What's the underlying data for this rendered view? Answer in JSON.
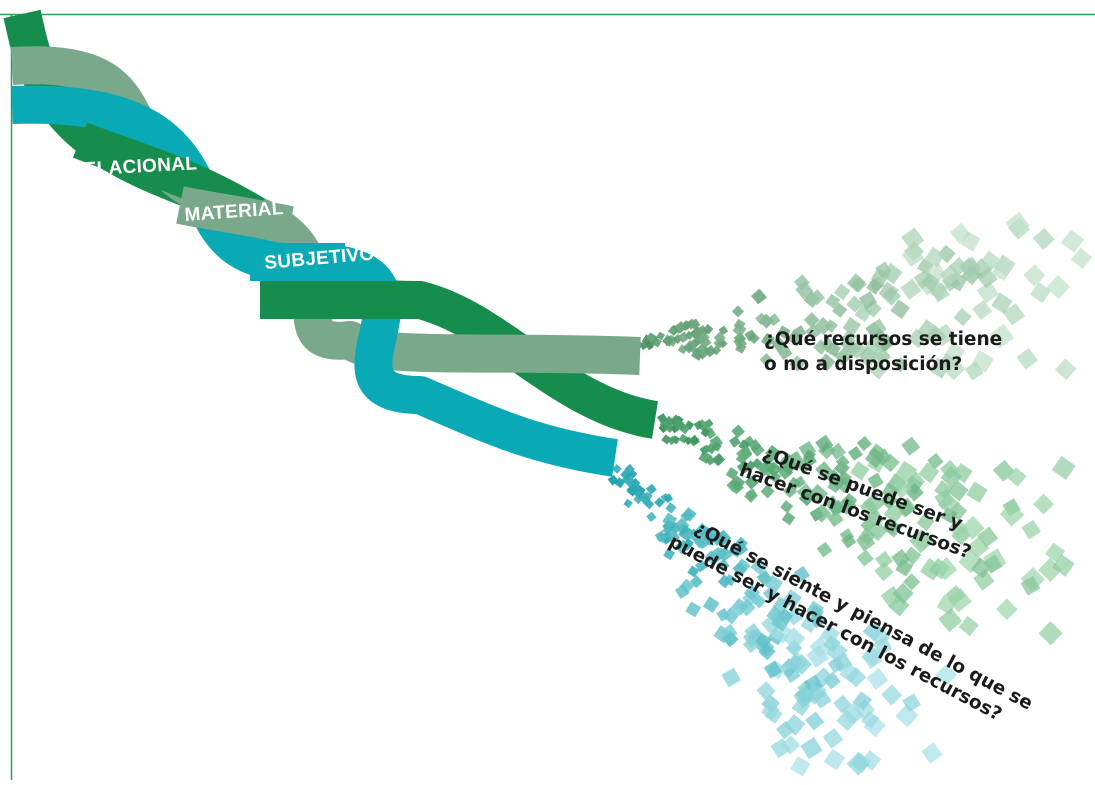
{
  "colors": {
    "relacional": "#178d4d",
    "material": "#7aa88a",
    "subjetivo": "#0aa9b6",
    "frame": "#2e9a5c",
    "text": "#1b1b1b"
  },
  "strands": [
    {
      "id": "relacional",
      "label": "RELACIONAL"
    },
    {
      "id": "material",
      "label": "MATERIAL"
    },
    {
      "id": "subjetivo",
      "label": "SUBJETIVO"
    }
  ],
  "questions": [
    {
      "lines": [
        "¿Qué recursos se tiene",
        "o no a disposición?"
      ]
    },
    {
      "lines": [
        "¿Qué se puede ser y",
        "hacer con los recursos?"
      ]
    },
    {
      "lines": [
        "¿Qué se siente y piensa de lo que se",
        "puede ser y hacer con los recursos?"
      ]
    }
  ]
}
